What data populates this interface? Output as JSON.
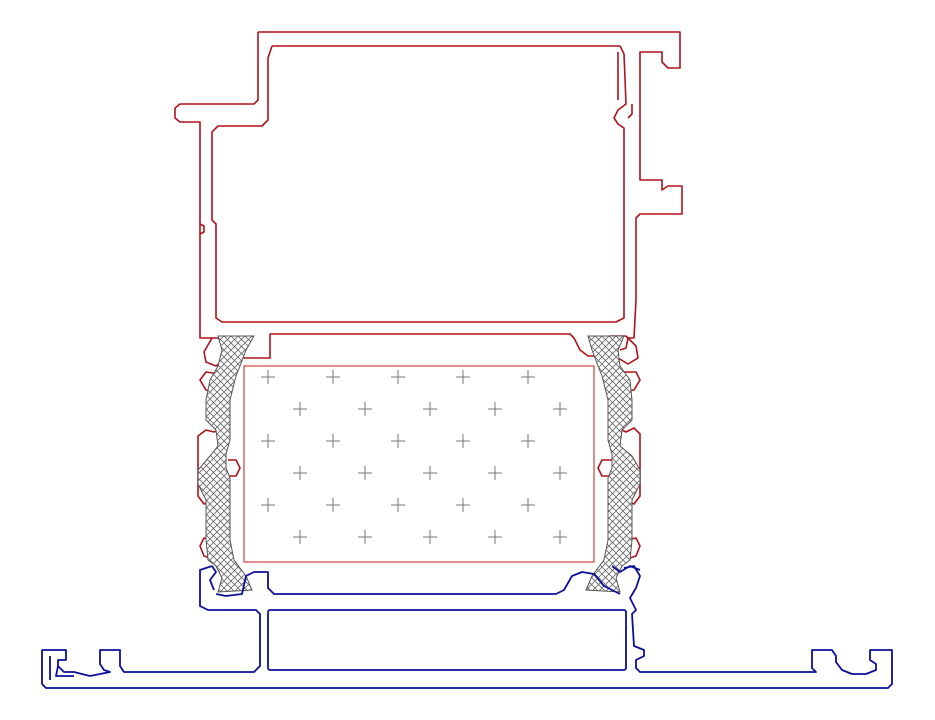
{
  "colors": {
    "top_profile": "#b0121b",
    "bottom_profile": "#0b0f9a",
    "thermal_break_stroke": "#555555",
    "insulation_line": "#d04040",
    "insulation_mark": "#777777",
    "background": "#ffffff"
  },
  "parts": [
    {
      "id": "top-aluminium-profile"
    },
    {
      "id": "thermal-break-strips"
    },
    {
      "id": "insulation-core"
    },
    {
      "id": "bottom-aluminium-profile"
    }
  ]
}
